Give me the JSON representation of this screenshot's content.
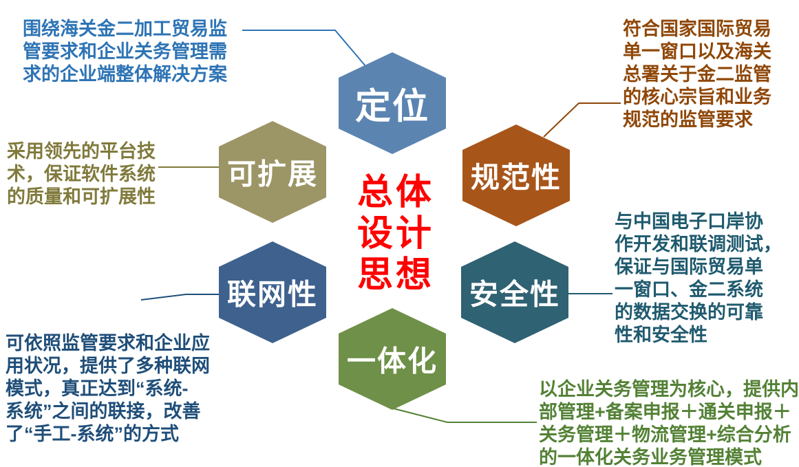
{
  "center_title": "总体\n设计\n思想",
  "colors": {
    "title": "#FF0000",
    "background": "#FFFFFF"
  },
  "items": {
    "positioning": {
      "label": "定位",
      "hex_color": "#5B84B1",
      "text_color": "#2E74B5",
      "desc": "围绕海关金二加工贸易监\n管要求和企业关务管理需\n求的企业端整体解决方案"
    },
    "standardization": {
      "label": "规范性",
      "hex_color": "#A8551A",
      "text_color": "#8F4708",
      "desc": "符合国家国际贸易\n单一窗口以及海关\n总署关于金二监管\n的核心宗旨和业务\n规范的监管要求"
    },
    "security": {
      "label": "安全性",
      "hex_color": "#2F6272",
      "text_color": "#1F5A6E",
      "desc": "与中国电子口岸协\n作开发和联调测试，\n保证与国际贸易单\n一窗口、金二系统\n的数据交换的可靠\n性和安全性"
    },
    "integration": {
      "label": "一体化",
      "hex_color": "#6F9048",
      "text_color": "#538135",
      "desc": "以企业关务管理为核心，提供内\n部管理+备案申报＋通关申报＋\n关务管理＋物流管理+综合分析\n的一体化关务业务管理模式"
    },
    "networking": {
      "label": "联网性",
      "hex_color": "#3E618E",
      "text_color": "#1F4E79",
      "desc": "可依照监管要求和企业应\n用状况，提供了多种联网\n模式，真正达到“系统-\n系统”之间的联接，改善\n了“手工-系统”的方式"
    },
    "scalability": {
      "label": "可扩展",
      "hex_color": "#9C9566",
      "text_color": "#807A3C",
      "desc": "采用领先的平台技\n术，保证软件系统\n的质量和可扩展性"
    }
  }
}
